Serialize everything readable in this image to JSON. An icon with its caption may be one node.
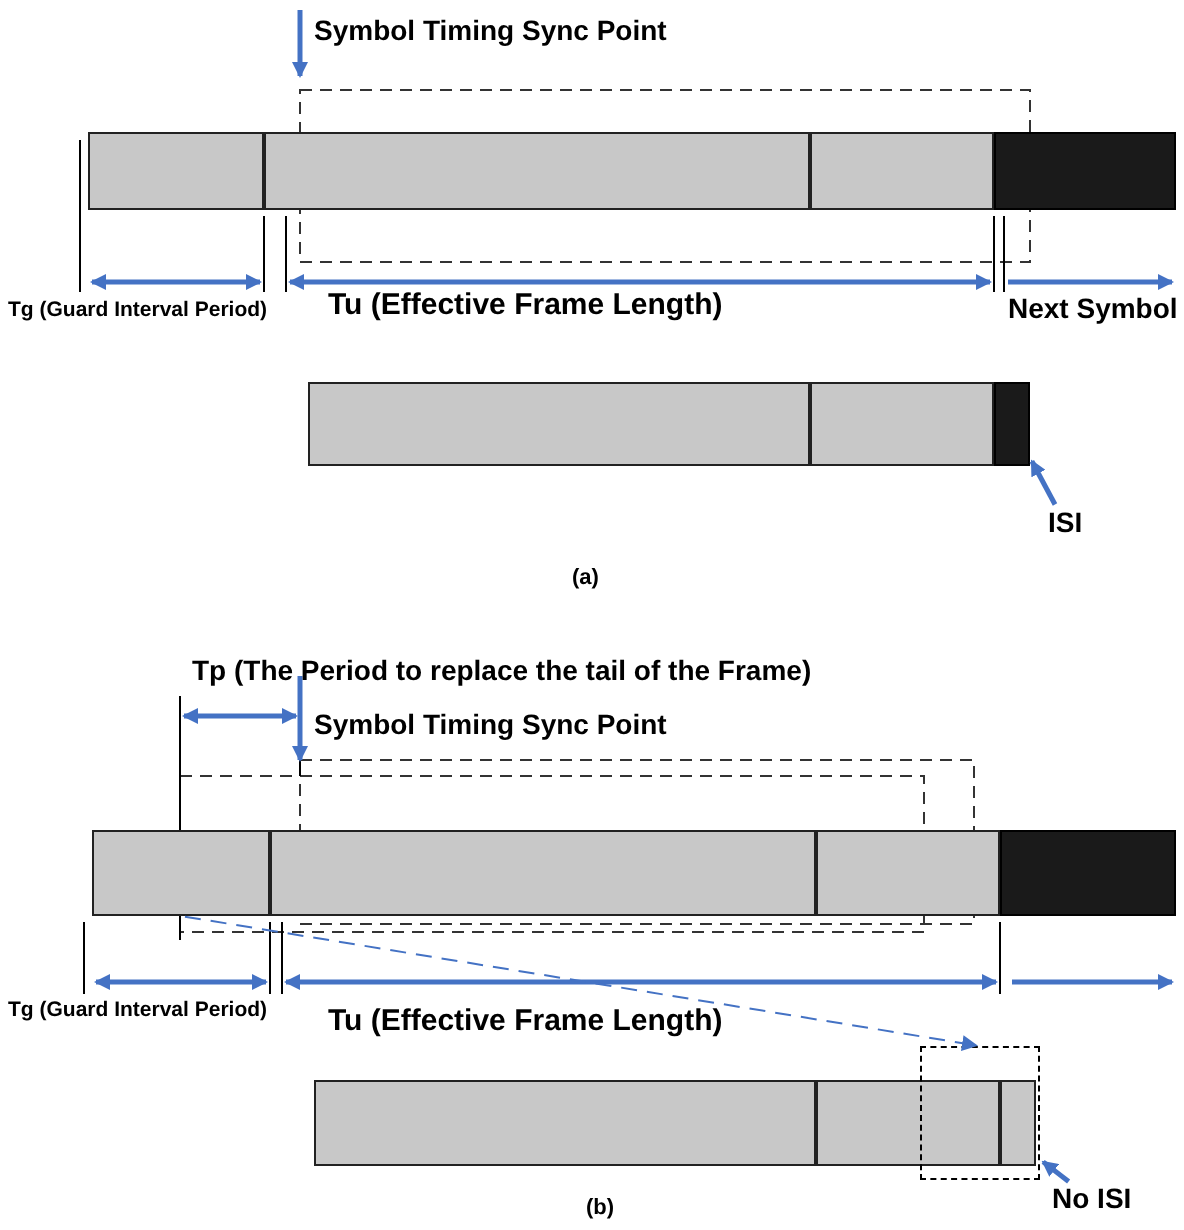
{
  "diagram": {
    "nodes": [
      {
        "text": [],
        "shape": "box"
      },
      {
        "text": [],
        "shape": "box"
      },
      {
        "text": [],
        "shape": "box"
      },
      {
        "text": [],
        "shape": "box"
      },
      {
        "text": [],
        "shape": "box"
      },
      {
        "text": [],
        "shape": "box"
      },
      {
        "text": [],
        "shape": "box"
      },
      {
        "text": [
          "ISI"
        ]
      },
      {
        "text": [],
        "shape": "box"
      },
      {
        "text": [],
        "shape": "box"
      },
      {
        "text": [],
        "shape": "box"
      },
      {
        "text": [],
        "shape": "box"
      },
      {
        "text": [],
        "shape": "box"
      },
      {
        "text": [],
        "shape": "box"
      },
      {
        "text": [],
        "shape": "box"
      },
      {
        "text": [],
        "shape": "box",
        "in": 14
      },
      {
        "text": [
          "No ISI"
        ]
      }
    ],
    "edges": [
      {
        "from": 7,
        "to": 6,
        "arrow": "to"
      },
      {
        "from": 8,
        "to": 14,
        "arrow": "to",
        "style": "dashed"
      },
      {
        "from": 16,
        "to": 14,
        "arrow": "to"
      }
    ],
    "labels": [
      "Symbol Timing Sync Point",
      "Tg (Guard Interval Period)",
      "Tu (Effective Frame Length)",
      "Next Symbol",
      "(a)",
      "Tp (The Period to replace the tail of the Frame)",
      "Symbol Timing Sync Point",
      "Tg (Guard Interval Period)",
      "Tu (Effective Frame Length)",
      "(b)"
    ]
  }
}
